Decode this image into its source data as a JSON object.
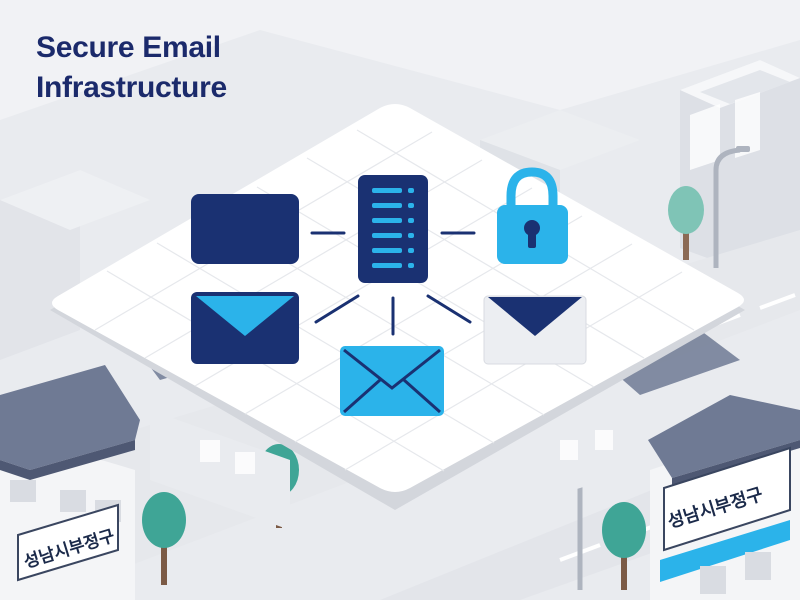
{
  "title": {
    "line1": "Secure Email",
    "line2": "Infrastructure"
  },
  "signs": {
    "left": "성남시부정구",
    "right": "성남시부정구"
  },
  "icons": {
    "top_row": [
      "email-card-icon",
      "server-icon",
      "padlock-icon"
    ],
    "bottom_row": [
      "envelope-icon",
      "envelope-icon",
      "envelope-icon"
    ]
  },
  "colors": {
    "title": "#1b2a6b",
    "navy": "#1a3172",
    "accent": "#2bb3ea",
    "platform": "#ffffff",
    "roof": "#6f7a94",
    "tree": "#3fa596"
  }
}
